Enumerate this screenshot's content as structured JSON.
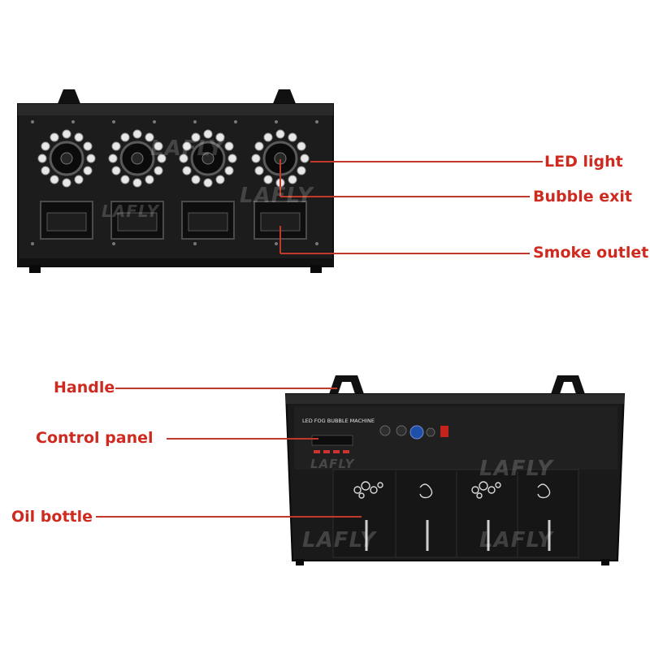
{
  "brand": {
    "watermark": "LAFLY"
  },
  "front_view": {
    "labels": [
      {
        "key": "led",
        "text": "LED light"
      },
      {
        "key": "bubble",
        "text": "Bubble exit"
      },
      {
        "key": "smoke",
        "text": "Smoke outlet"
      }
    ]
  },
  "back_view": {
    "panel_title": "LED FOG BUBBLE MACHINE",
    "labels": [
      {
        "key": "handle",
        "text": "Handle"
      },
      {
        "key": "control",
        "text": "Control panel"
      },
      {
        "key": "oil",
        "text": "Oil bottle"
      }
    ]
  },
  "colors": {
    "accent": "#cf2a1f",
    "device": "#1b1b1b",
    "led": "#e8e8e8"
  }
}
